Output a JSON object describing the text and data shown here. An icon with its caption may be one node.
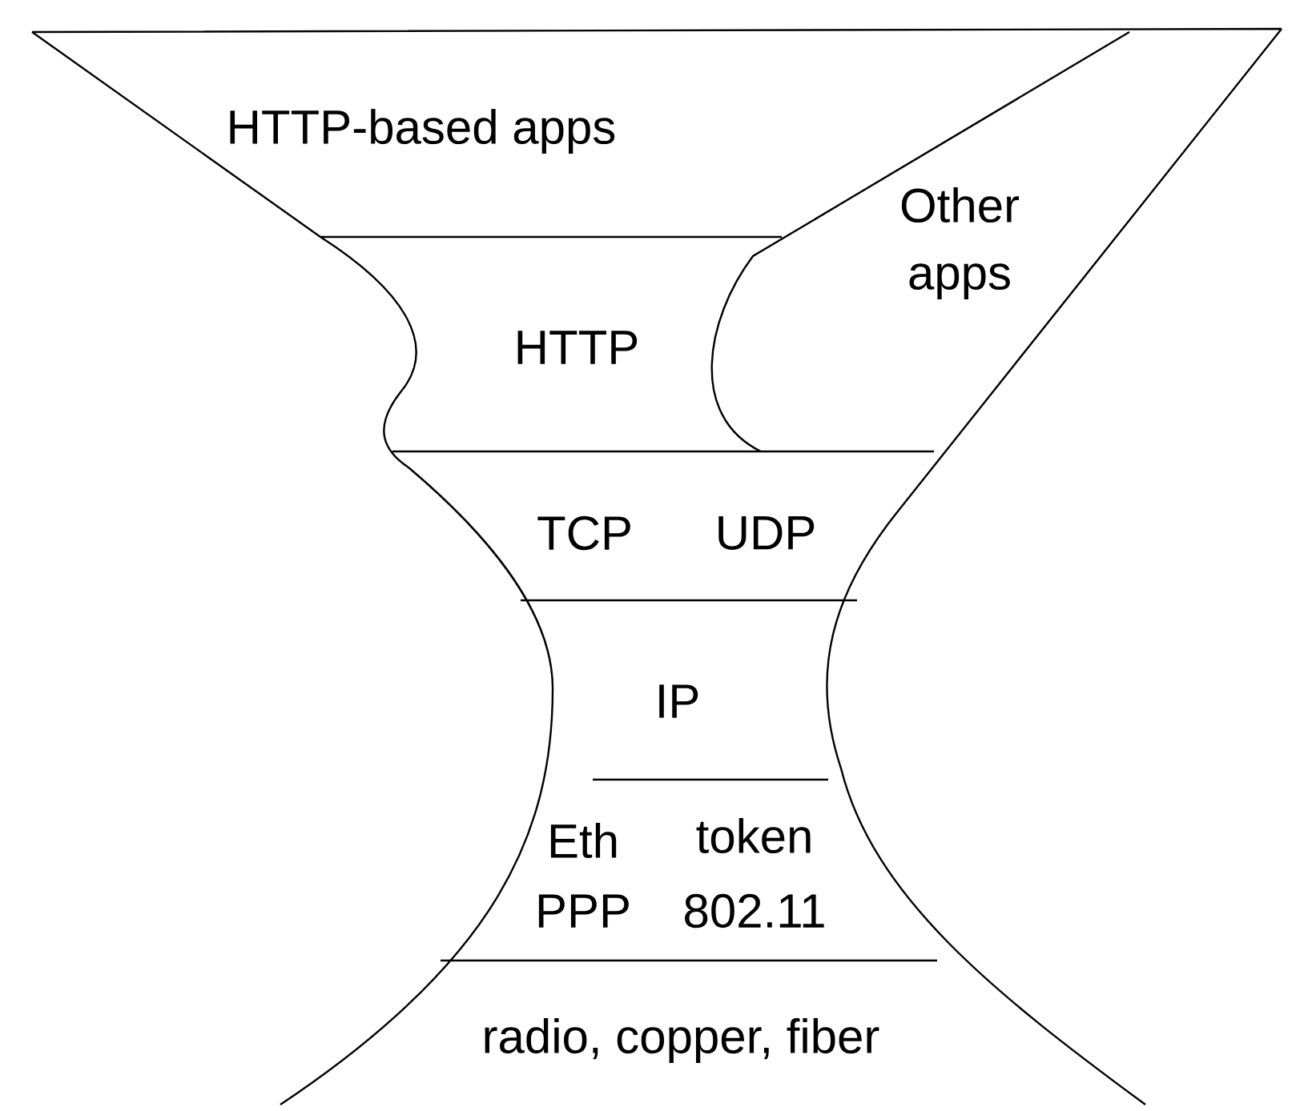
{
  "diagram": {
    "labels": [
      "HTTP-based apps",
      "Other apps",
      "HTTP",
      "TCP",
      "UDP",
      "IP",
      "Eth",
      "token",
      "PPP",
      "802.11",
      "radio, copper, fiber"
    ]
  }
}
